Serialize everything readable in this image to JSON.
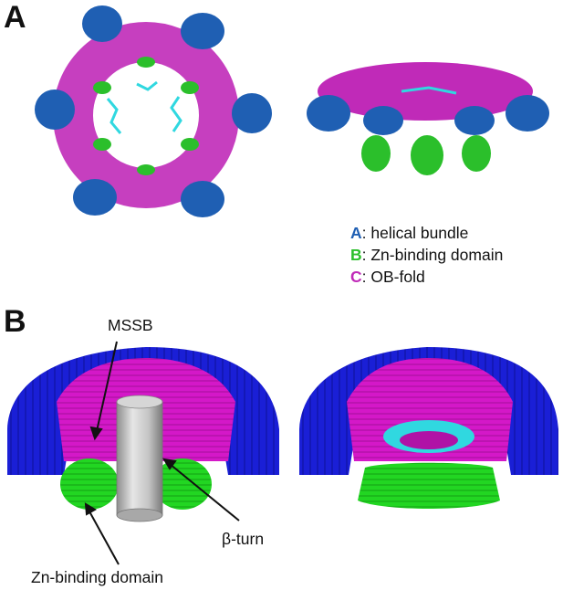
{
  "panels": {
    "a_label": "A",
    "b_label": "B"
  },
  "legend": {
    "items": [
      {
        "key": "A",
        "text": ": helical bundle",
        "color": "#1f5fb3"
      },
      {
        "key": "B",
        "text": ": Zn-binding domain",
        "color": "#2bbf2b"
      },
      {
        "key": "C",
        "text": ": OB-fold",
        "color": "#c02ab8"
      }
    ]
  },
  "annotations": {
    "mssb": "MSSB",
    "beta_turn": "β-turn",
    "zn_binding": "Zn-binding domain"
  },
  "colors": {
    "helical_bundle": "#1f5fb3",
    "zn_binding": "#2bbf2b",
    "ob_fold": "#c02ab8",
    "torus_blue": "#1a1fd6",
    "torus_magenta": "#d418c8",
    "torus_green": "#22d622",
    "cyan": "#30d8e0",
    "cylinder": "#c8c8c8"
  }
}
